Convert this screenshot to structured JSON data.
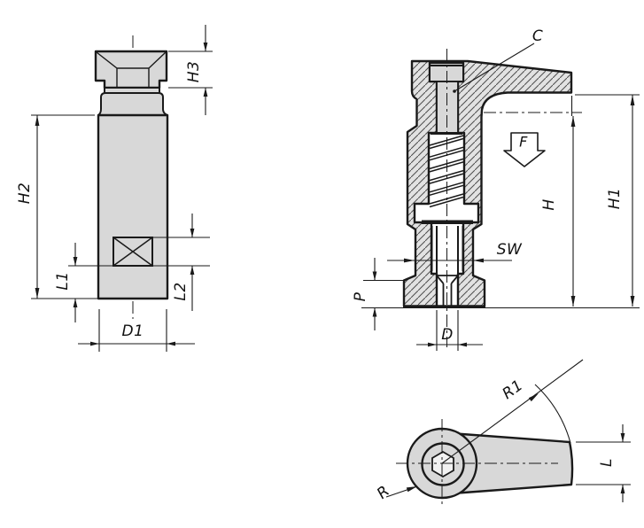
{
  "drawing": {
    "kind": "technical-dimension-drawing",
    "colors": {
      "line": "#1a1a1a",
      "fill": "#d8d8d8",
      "hatch": "#4d4d4d",
      "background": "#ffffff"
    },
    "views": {
      "front": {
        "labels": {
          "H3": "H3",
          "H2": "H2",
          "L1": "L1",
          "L2": "L2",
          "D1": "D1"
        }
      },
      "section": {
        "labels": {
          "C": "C",
          "F": "F",
          "H": "H",
          "H1": "H1",
          "SW": "SW",
          "P": "P",
          "D": "D"
        }
      },
      "top": {
        "labels": {
          "R1": "R1",
          "R": "R",
          "L": "L"
        }
      }
    }
  }
}
